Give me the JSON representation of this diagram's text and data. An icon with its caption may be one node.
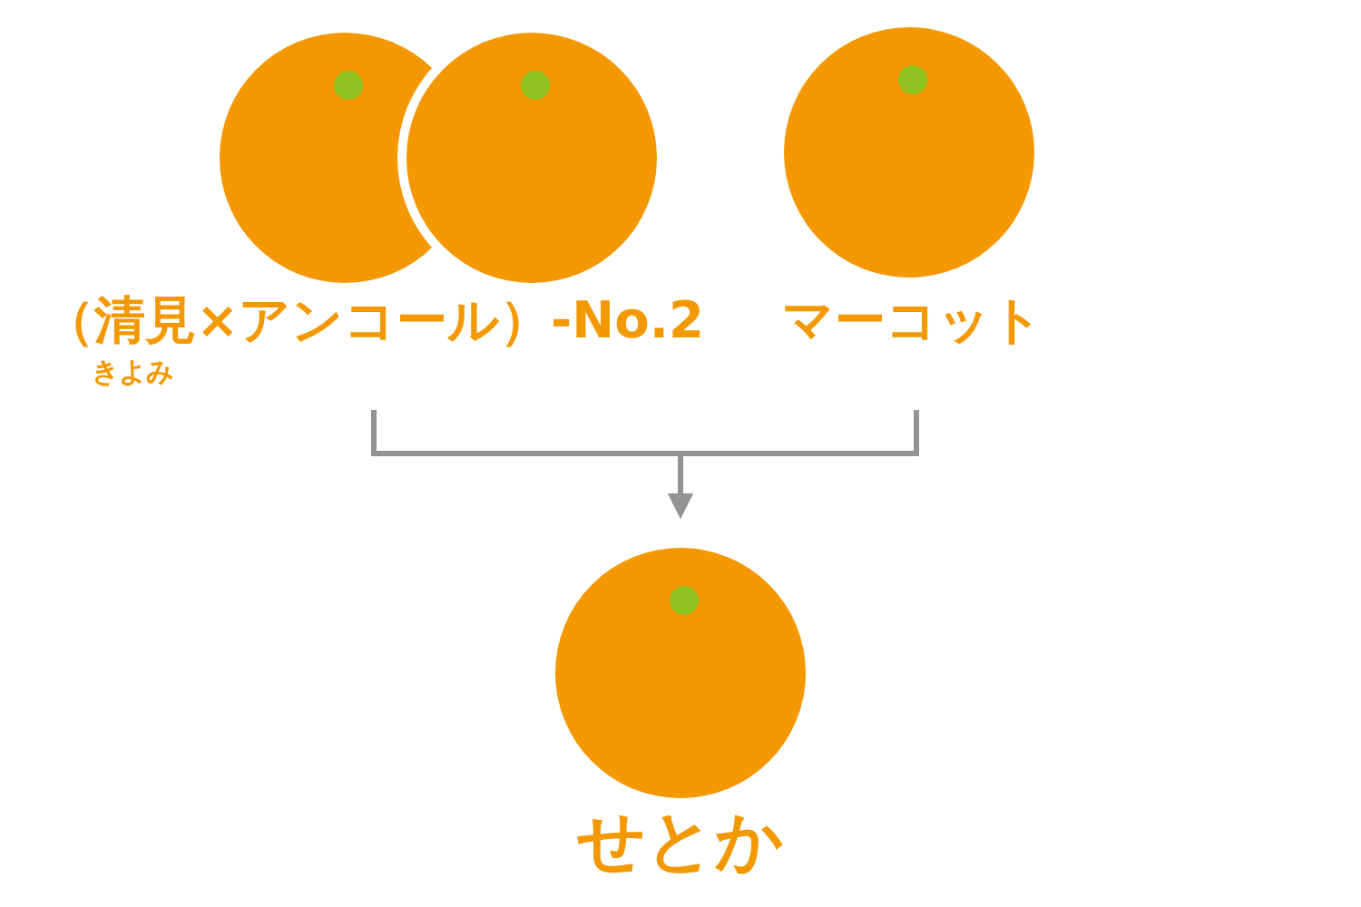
{
  "diagram": {
    "nodes": [
      {
        "text": [
          "（清見×アンコール）-No.2"
        ],
        "beside": [
          "きよみ"
        ]
      },
      {
        "text": [
          "マーコット"
        ]
      },
      {
        "text": [
          "せとか"
        ]
      }
    ],
    "edges": [
      {
        "from": 0,
        "to": 2,
        "arrow": "to"
      },
      {
        "from": 1,
        "to": 2,
        "arrow": "to"
      }
    ]
  }
}
